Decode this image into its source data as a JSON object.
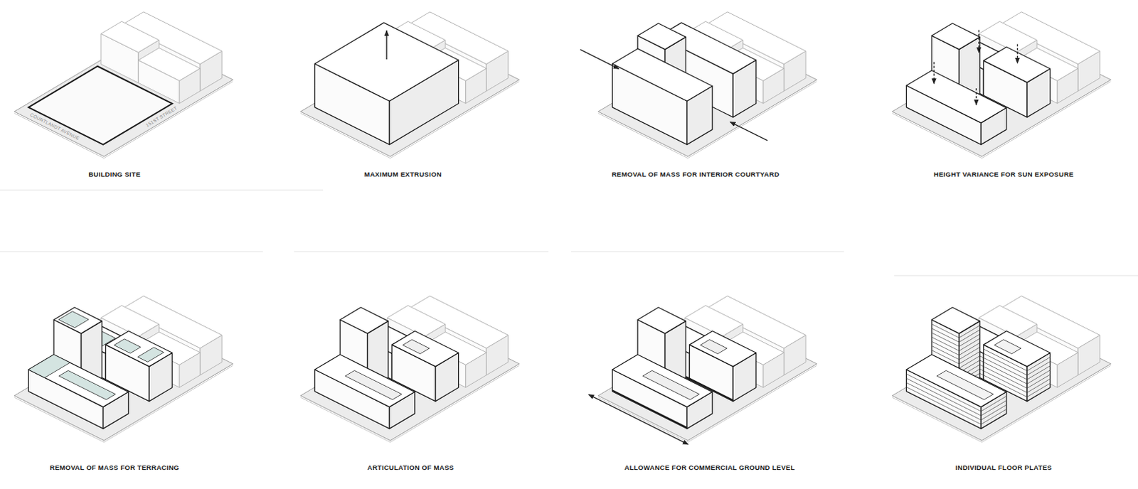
{
  "diagram": {
    "labels": [
      "COURTLANDT AVENUE",
      "151ST STREET",
      "BUILDING SITE",
      "MAXIMUM EXTRUSION",
      "REMOVAL OF MASS FOR INTERIOR COURTYARD",
      "HEIGHT VARIANCE FOR SUN EXPOSURE",
      "REMOVAL OF MASS FOR TERRACING",
      "ARTICULATION OF MASS",
      "ALLOWANCE FOR COMMERCIAL GROUND LEVEL",
      "INDIVIDUAL FLOOR PLATES"
    ]
  }
}
